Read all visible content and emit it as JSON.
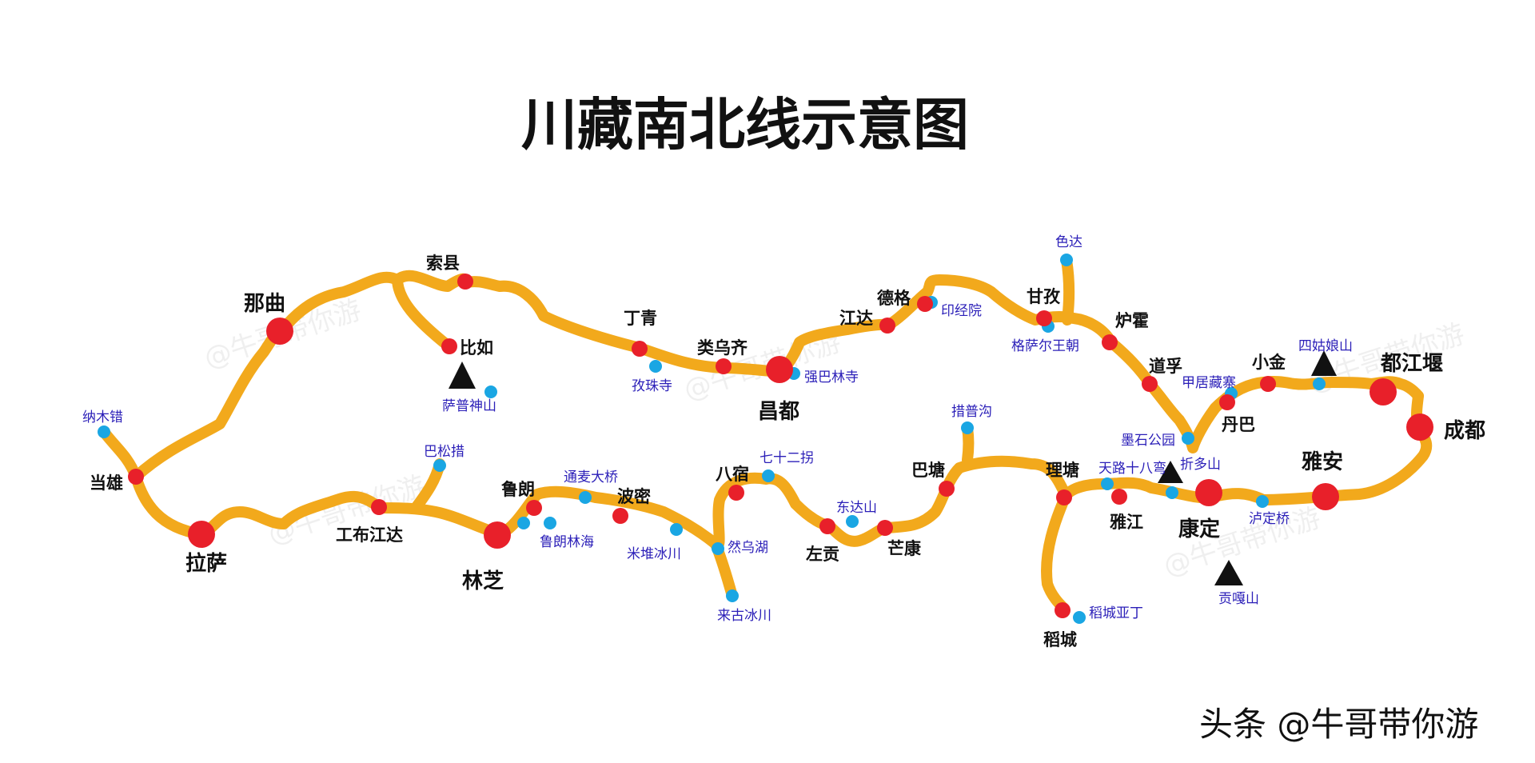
{
  "title": "川藏南北线示意图",
  "credit": "头条 @牛哥带你游",
  "watermark": "@牛哥带你游",
  "colors": {
    "route": "#f2a91c",
    "town_major": "#e8202a",
    "town_minor": "#e8202a",
    "scenic": "#1aa6e3",
    "scenic_label": "#2b1fb8",
    "text": "#111111"
  },
  "towns": [
    {
      "name": "那曲",
      "kind": "major"
    },
    {
      "name": "拉萨",
      "kind": "major"
    },
    {
      "name": "林芝",
      "kind": "major"
    },
    {
      "name": "昌都",
      "kind": "major"
    },
    {
      "name": "康定",
      "kind": "major"
    },
    {
      "name": "雅安",
      "kind": "major"
    },
    {
      "name": "都江堰",
      "kind": "major"
    },
    {
      "name": "成都",
      "kind": "major"
    },
    {
      "name": "当雄",
      "kind": "minor"
    },
    {
      "name": "比如",
      "kind": "minor"
    },
    {
      "name": "索县",
      "kind": "minor"
    },
    {
      "name": "丁青",
      "kind": "minor"
    },
    {
      "name": "类乌齐",
      "kind": "minor"
    },
    {
      "name": "江达",
      "kind": "minor"
    },
    {
      "name": "德格",
      "kind": "minor"
    },
    {
      "name": "甘孜",
      "kind": "minor"
    },
    {
      "name": "炉霍",
      "kind": "minor"
    },
    {
      "name": "道孚",
      "kind": "minor"
    },
    {
      "name": "丹巴",
      "kind": "minor"
    },
    {
      "name": "小金",
      "kind": "minor"
    },
    {
      "name": "工布江达",
      "kind": "minor"
    },
    {
      "name": "鲁朗",
      "kind": "minor"
    },
    {
      "name": "波密",
      "kind": "minor"
    },
    {
      "name": "八宿",
      "kind": "minor"
    },
    {
      "name": "左贡",
      "kind": "minor"
    },
    {
      "name": "芒康",
      "kind": "minor"
    },
    {
      "name": "巴塘",
      "kind": "minor"
    },
    {
      "name": "理塘",
      "kind": "minor"
    },
    {
      "name": "稻城",
      "kind": "minor"
    },
    {
      "name": "雅江",
      "kind": "minor"
    }
  ],
  "scenic_spots": [
    {
      "name": "纳木错"
    },
    {
      "name": "萨普神山"
    },
    {
      "name": "孜珠寺"
    },
    {
      "name": "强巴林寺"
    },
    {
      "name": "印经院"
    },
    {
      "name": "色达"
    },
    {
      "name": "格萨尔王朝"
    },
    {
      "name": "甲居藏寨"
    },
    {
      "name": "四姑娘山"
    },
    {
      "name": "墨石公园"
    },
    {
      "name": "折多山"
    },
    {
      "name": "天路十八弯"
    },
    {
      "name": "泸定桥"
    },
    {
      "name": "贡嘎山"
    },
    {
      "name": "巴松措"
    },
    {
      "name": "通麦大桥"
    },
    {
      "name": "鲁朗林海"
    },
    {
      "name": "米堆冰川"
    },
    {
      "name": "然乌湖"
    },
    {
      "name": "来古冰川"
    },
    {
      "name": "七十二拐"
    },
    {
      "name": "东达山"
    },
    {
      "name": "措普沟"
    },
    {
      "name": "稻城亚丁"
    }
  ],
  "mountains": [
    {
      "name": "萨普神山"
    },
    {
      "name": "四姑娘山"
    },
    {
      "name": "折多山"
    },
    {
      "name": "贡嘎山"
    }
  ]
}
